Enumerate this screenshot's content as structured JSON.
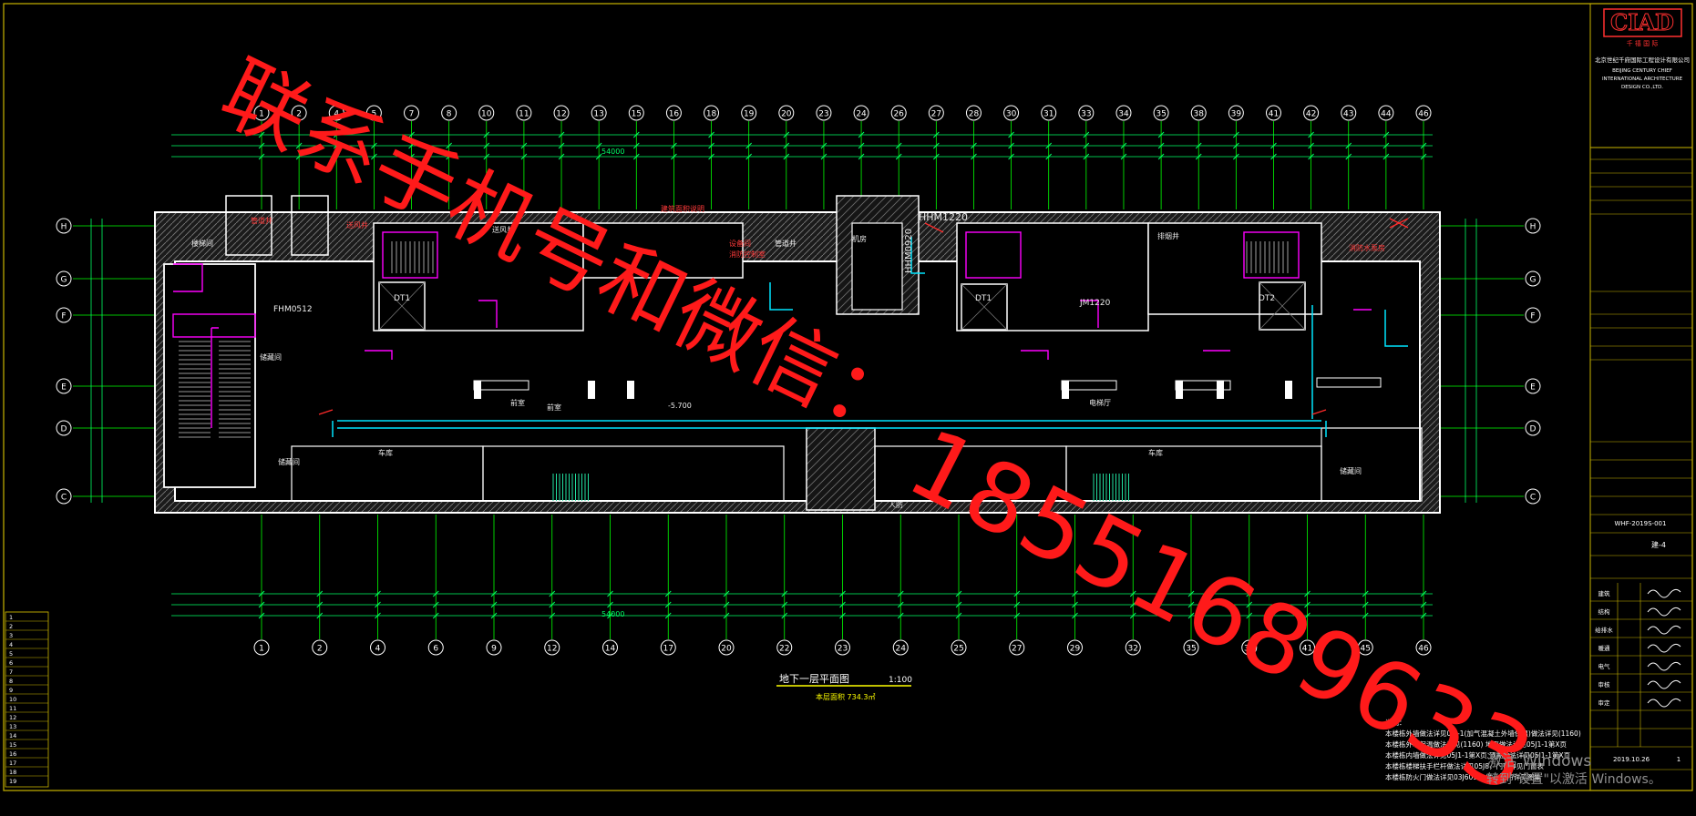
{
  "drawing": {
    "title": "地下一层平面图",
    "scale": "1:100",
    "area_note": "本层面积 734.3㎡",
    "overall_dimension": "54000",
    "watermark_line1": "联系手机号和微信：",
    "watermark_line2": "18551689633",
    "notes_heading": "说明：",
    "notes": [
      "本楼栋外墙做法详见01J-1(加气混凝土外墙保温)做法详见(1160)",
      "本楼栋外墙保温做法详见(1160) 地面做法详见05J1-1第X页",
      "本楼栋内墙做法详见05J1-1第X页 顶棚做法详见05J1-1第X页",
      "本楼栋楼梯扶手栏杆做法详见05J8，门窗详见门窗表",
      "本楼栋防火门做法详见03J609-1 防火卷帘详见图集"
    ],
    "top_axes": [
      "1",
      "2",
      "4",
      "5",
      "7",
      "8",
      "10",
      "11",
      "12",
      "13",
      "15",
      "16",
      "18",
      "19",
      "20",
      "23",
      "24",
      "26",
      "27",
      "28",
      "30",
      "31",
      "33",
      "34",
      "35",
      "38",
      "39",
      "41",
      "42",
      "43",
      "44",
      "46"
    ],
    "bottom_axes": [
      "1",
      "2",
      "4",
      "6",
      "9",
      "12",
      "14",
      "17",
      "20",
      "22",
      "23",
      "24",
      "25",
      "27",
      "29",
      "32",
      "35",
      "37",
      "41",
      "45",
      "46"
    ],
    "row_axes": [
      "H",
      "G",
      "F",
      "E",
      "D",
      "C"
    ],
    "room_labels": [
      "HHM1220",
      "HHM0920",
      "DT1",
      "DT2",
      "JM1220",
      "FHM0512",
      "储藏间",
      "楼梯间",
      "前室",
      "电梯厅",
      "机房",
      "管道井",
      "车库",
      "人防",
      "送风井",
      "排烟井",
      "-5.700"
    ]
  },
  "title_block": {
    "logo": "CIAD",
    "logo_sub": "千 禧 国 际",
    "company_cn": "北京世纪千府国际工程设计有限公司",
    "company_en": "BEIJING CENTURY CHIEF INTERNATIONAL ARCHITECTURE DESIGN CO.,LTD.",
    "project_no": "WHF-2019S-001",
    "drawing_no": "建-4",
    "date": "2019.10.26",
    "sheet": "1",
    "signature_rows": [
      "建筑",
      "结构",
      "给排水",
      "暖通",
      "电气",
      "审核",
      "审定"
    ]
  },
  "side_table": {
    "rows": [
      "1",
      "2",
      "3",
      "4",
      "5",
      "6",
      "7",
      "8",
      "9",
      "10",
      "11",
      "12",
      "13",
      "14",
      "15",
      "16",
      "17",
      "18",
      "19"
    ]
  },
  "os_overlay": {
    "activate_line1": "激活 Windows",
    "activate_line2": "转到\"设置\"以激活 Windows。"
  },
  "colors": {
    "background": "#000000",
    "grid": "#00ff00",
    "wall": "#ffffff",
    "dimension": "#00ff66",
    "magenta": "#ff00ff",
    "cyan": "#00e5ff",
    "red": "#ff2a2a",
    "yellow": "#ffff00",
    "frame": "#c8b400",
    "watermark": "#ff1a1a"
  }
}
